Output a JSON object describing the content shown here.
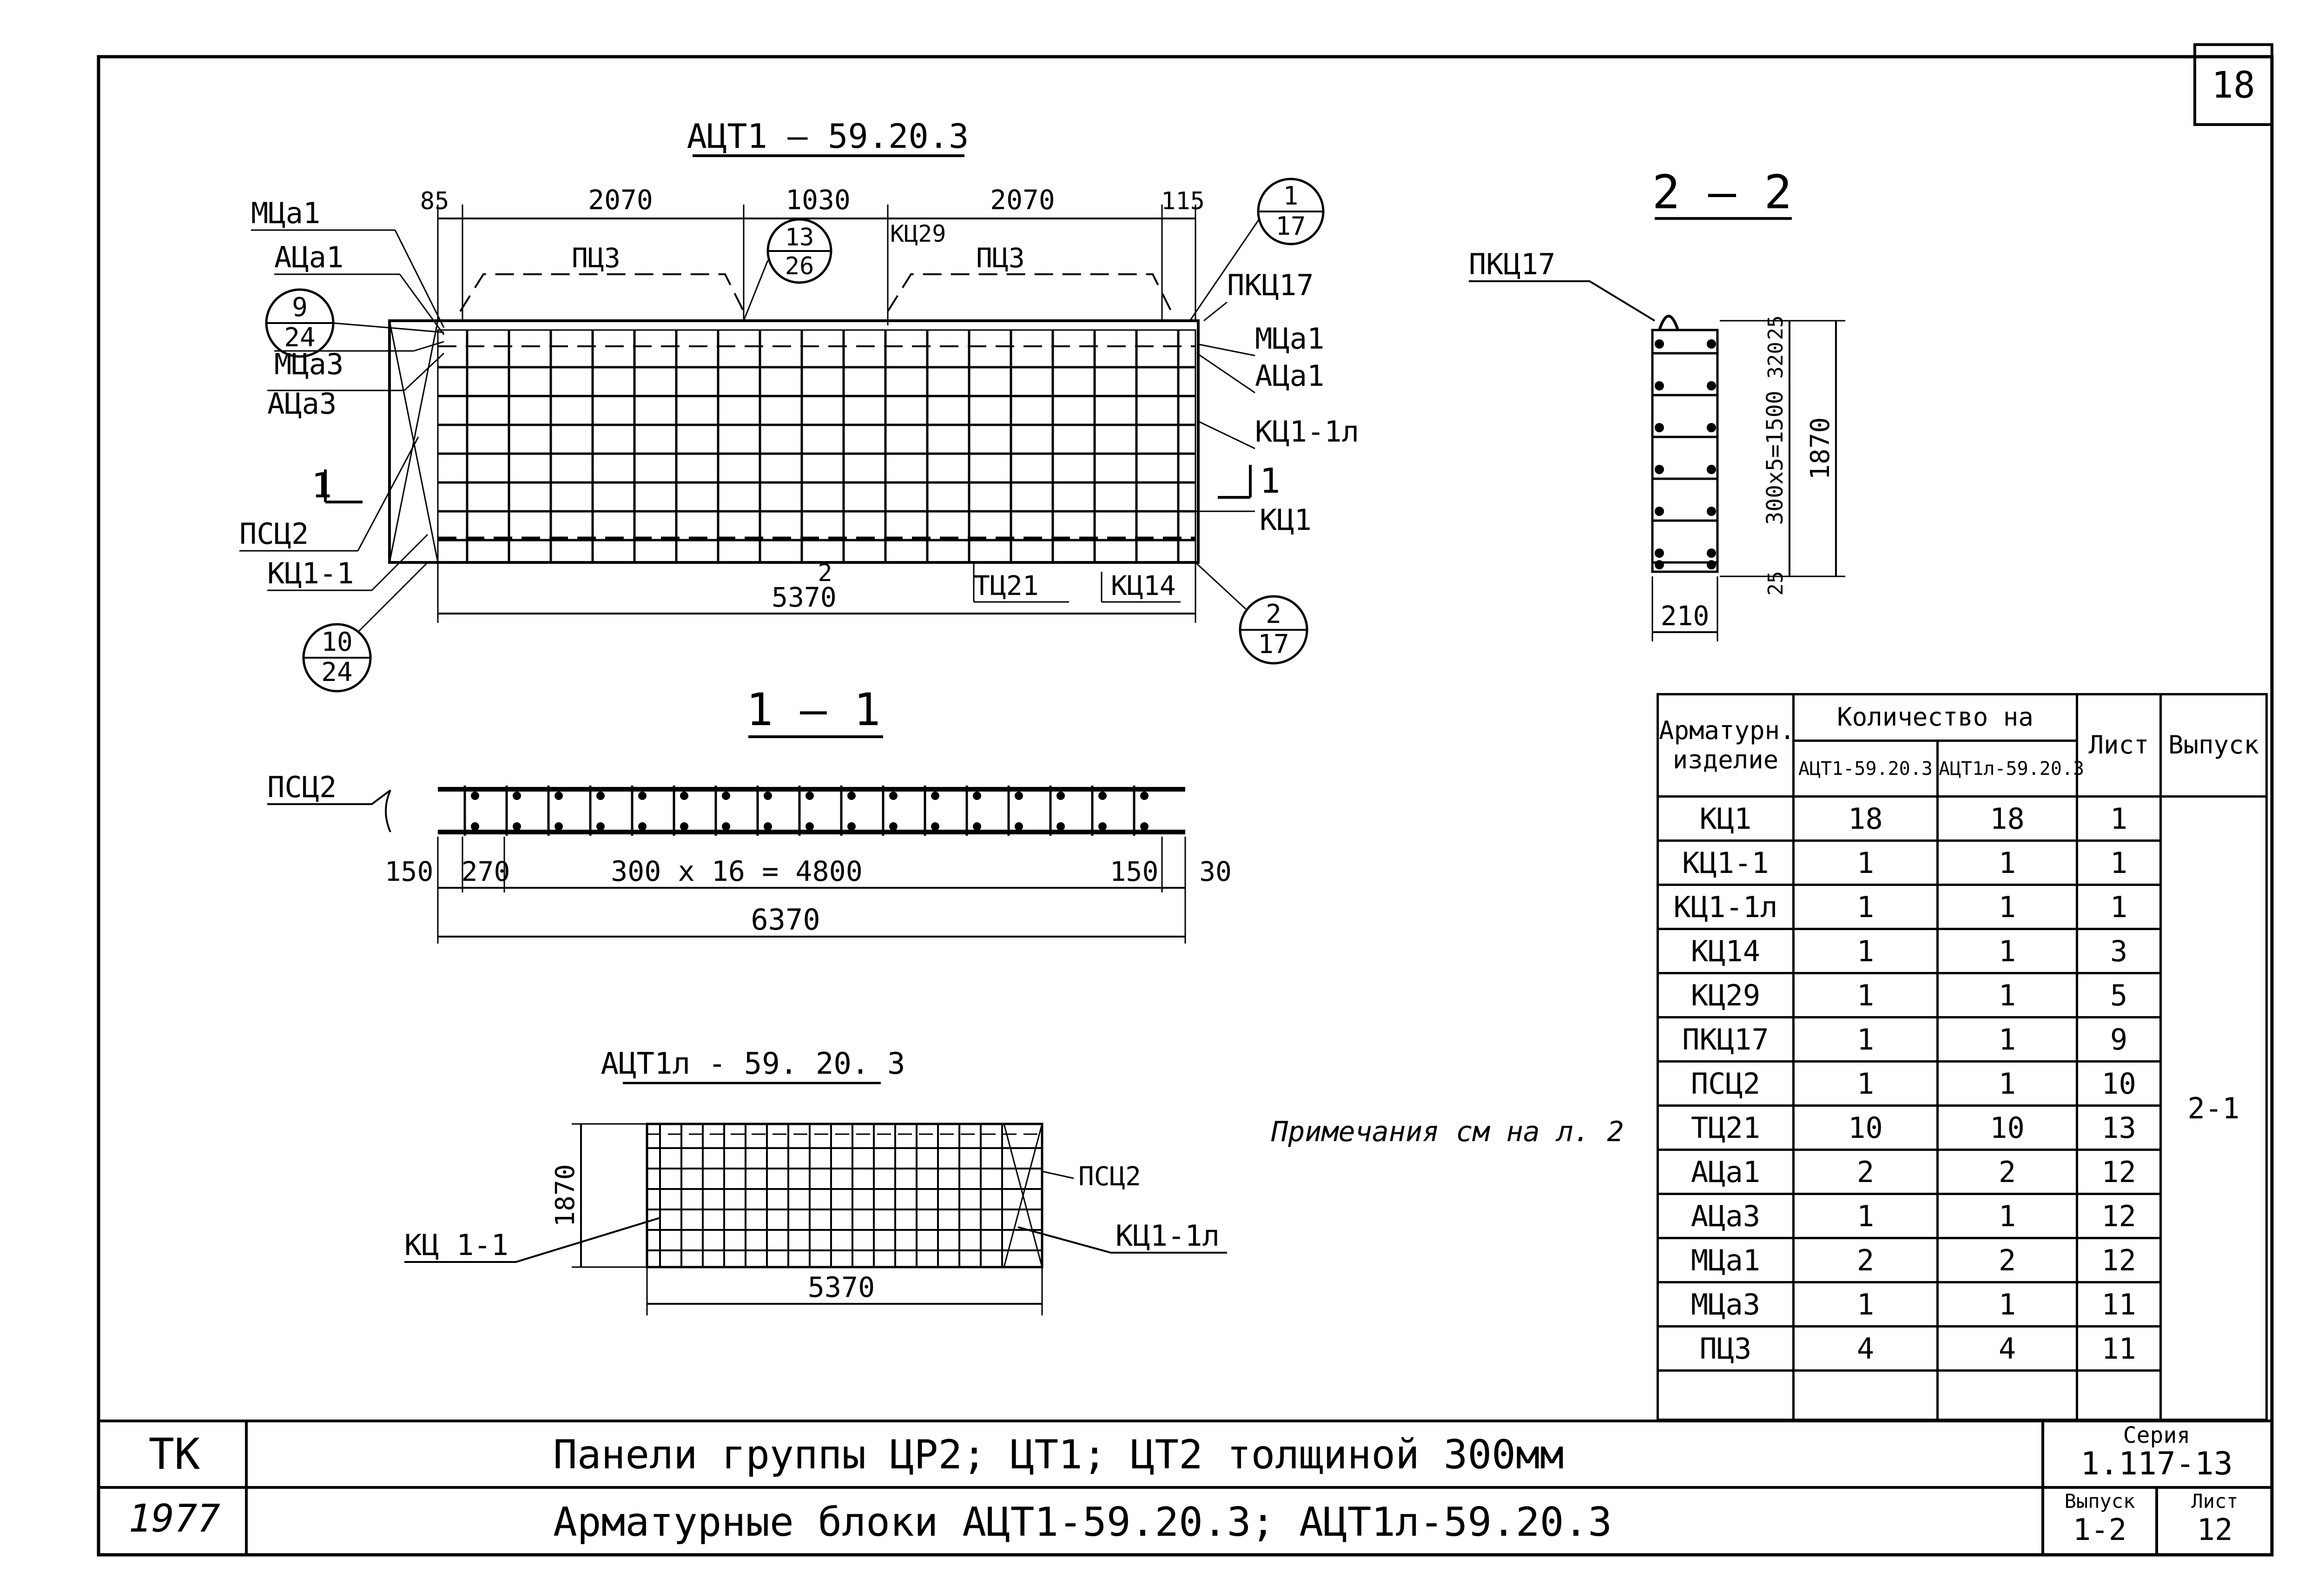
{
  "sheet": {
    "sheet_number_corner": "18",
    "note": "Примечания см на л. 2"
  },
  "drawings": {
    "main": {
      "title": "АЦТ1 — 59.20.3",
      "dims_top": [
        "85",
        "2070",
        "1030",
        "2070",
        "115"
      ],
      "dim_bottom": "5370",
      "dim_bottom_mark": "2",
      "labels_left": [
        "МЦа1",
        "АЦа1",
        "МЦа3",
        "АЦа3",
        "ПСЦ2",
        "КЦ1-1"
      ],
      "labels_right": [
        "ПКЦ17",
        "МЦа1",
        "АЦа1",
        "КЦ1-1л",
        "КЦ1"
      ],
      "labels_inner": [
        "ПЦ3",
        "ПЦ3",
        "КЦ29",
        "ТЦ21",
        "КЦ14"
      ],
      "callouts": [
        {
          "top": "13",
          "bottom": "26"
        },
        {
          "top": "1",
          "bottom": "17"
        },
        {
          "top": "9",
          "bottom": "24"
        },
        {
          "top": "10",
          "bottom": "24"
        },
        {
          "top": "2",
          "bottom": "17"
        }
      ],
      "section_marks": [
        "1",
        "1"
      ]
    },
    "section_1_1": {
      "title": "1 — 1",
      "label": "ПСЦ2",
      "dims": [
        "150",
        "270",
        "300 x 16 = 4800",
        "150",
        "30"
      ],
      "dim_total": "6370"
    },
    "section_2_2": {
      "title": "2 — 2",
      "label": "ПКЦ17",
      "dims_vertical": [
        "25",
        "320",
        "300x5=1500",
        "25"
      ],
      "dim_total_vertical": "1870",
      "dim_width": "210"
    },
    "mirror": {
      "title": "АЦТ1л - 59. 20. 3",
      "label_left": "КЦ 1-1",
      "label_right_top": "ПСЦ2",
      "label_right_bottom": "КЦ1-1л",
      "dim_height": "1870",
      "dim_width": "5370"
    }
  },
  "spec_table": {
    "header": {
      "col1": "Арматурн. изделие",
      "col_group": "Количество на",
      "col2": "АЦТ1-59.20.3",
      "col3": "АЦТ1л-59.20.3",
      "col4": "Лист",
      "col5": "Выпуск"
    },
    "vypusk_value": "2-1",
    "rows": [
      {
        "item": "КЦ1",
        "q1": "18",
        "q2": "18",
        "sheet": "1"
      },
      {
        "item": "КЦ1-1",
        "q1": "1",
        "q2": "1",
        "sheet": "1"
      },
      {
        "item": "КЦ1-1л",
        "q1": "1",
        "q2": "1",
        "sheet": "1"
      },
      {
        "item": "КЦ14",
        "q1": "1",
        "q2": "1",
        "sheet": "3"
      },
      {
        "item": "КЦ29",
        "q1": "1",
        "q2": "1",
        "sheet": "5"
      },
      {
        "item": "ПКЦ17",
        "q1": "1",
        "q2": "1",
        "sheet": "9"
      },
      {
        "item": "ПСЦ2",
        "q1": "1",
        "q2": "1",
        "sheet": "10"
      },
      {
        "item": "ТЦ21",
        "q1": "10",
        "q2": "10",
        "sheet": "13"
      },
      {
        "item": "АЦа1",
        "q1": "2",
        "q2": "2",
        "sheet": "12"
      },
      {
        "item": "АЦа3",
        "q1": "1",
        "q2": "1",
        "sheet": "12"
      },
      {
        "item": "МЦа1",
        "q1": "2",
        "q2": "2",
        "sheet": "12"
      },
      {
        "item": "МЦа3",
        "q1": "1",
        "q2": "1",
        "sheet": "11"
      },
      {
        "item": "ПЦ3",
        "q1": "4",
        "q2": "4",
        "sheet": "11"
      }
    ]
  },
  "title_block": {
    "org": "ТК",
    "year": "1977",
    "line1": "Панели группы ЦР2; ЦТ1; ЦТ2 толщиной 300мм",
    "line2": "Арматурные блоки АЦТ1-59.20.3; АЦТ1л-59.20.3",
    "series_label": "Серия",
    "series_value": "1.117-13",
    "issue_label": "Выпуск",
    "issue_value": "1-2",
    "sheet_label": "Лист",
    "sheet_value": "12"
  },
  "colors": {
    "ink": "#000000",
    "paper": "#ffffff"
  }
}
